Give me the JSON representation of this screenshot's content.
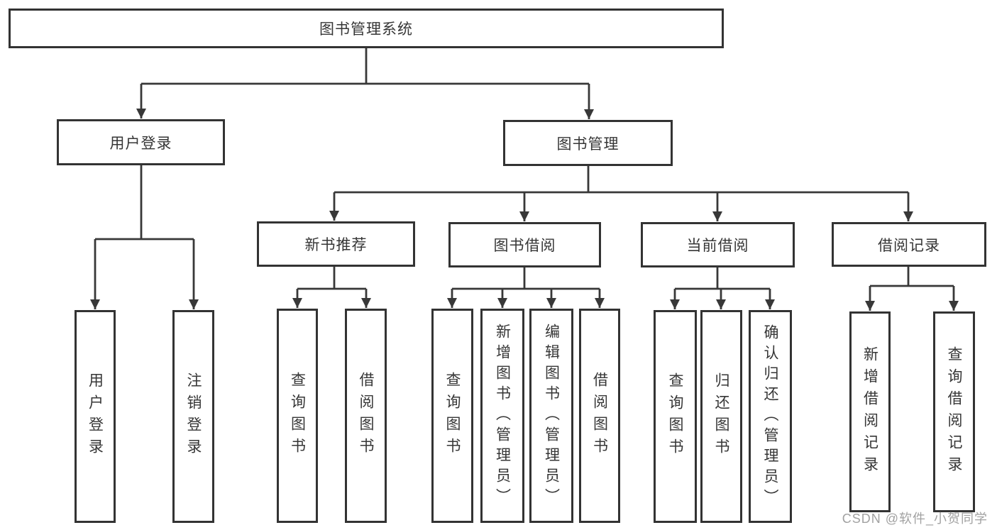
{
  "diagram": {
    "root": {
      "label": "图书管理系统"
    },
    "branches": [
      {
        "label": "用户登录",
        "children": [
          {
            "label": "用户登录"
          },
          {
            "label": "注销登录"
          }
        ]
      },
      {
        "label": "图书管理",
        "children": [
          {
            "label": "新书推荐",
            "children": [
              {
                "label": "查询图书"
              },
              {
                "label": "借阅图书"
              }
            ]
          },
          {
            "label": "图书借阅",
            "children": [
              {
                "label": "查询图书"
              },
              {
                "label": "新增图书（管理员）"
              },
              {
                "label": "编辑图书（管理员）"
              },
              {
                "label": "借阅图书"
              }
            ]
          },
          {
            "label": "当前借阅",
            "children": [
              {
                "label": "查询图书"
              },
              {
                "label": "归还图书"
              },
              {
                "label": "确认归还（管理员）"
              }
            ]
          },
          {
            "label": "借阅记录",
            "children": [
              {
                "label": "新增借阅记录"
              },
              {
                "label": "查询借阅记录"
              }
            ]
          }
        ]
      }
    ]
  },
  "watermark": {
    "text": "CSDN @软件_小贺同学"
  },
  "colors": {
    "line": "#383838",
    "box_border": "#333333",
    "text": "#363636",
    "box_background": "#ffffff",
    "page_background": "#ffffff",
    "watermark": "#919191"
  }
}
